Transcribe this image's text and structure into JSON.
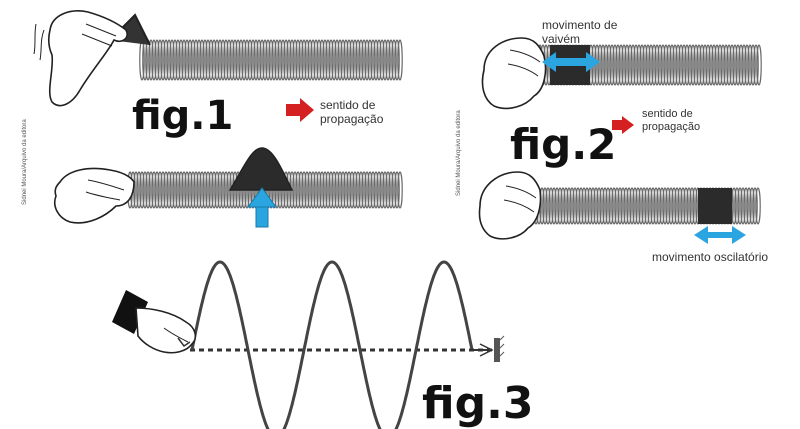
{
  "figures": {
    "fig1": {
      "label": "fig.1",
      "direction_label": "sentido de\npropagação",
      "credit": "Sidnei Moura/Arquivo da editora"
    },
    "fig2": {
      "label": "fig.2",
      "back_forth_label": "movimento de\nvaivém",
      "direction_label": "sentido de\npropagação",
      "oscillation_label": "movimento oscilatório",
      "credit": "Sidnei Moura/Arquivo da editora"
    },
    "fig3": {
      "label": "fig.3"
    }
  },
  "colors": {
    "arrow_red": "#d42020",
    "arrow_blue": "#2aa5e0",
    "spring": "#6a6a6a",
    "ink": "#222222"
  },
  "icons": [
    "hand-icon",
    "slinky-spring",
    "wave-rope",
    "wall-bracket"
  ]
}
